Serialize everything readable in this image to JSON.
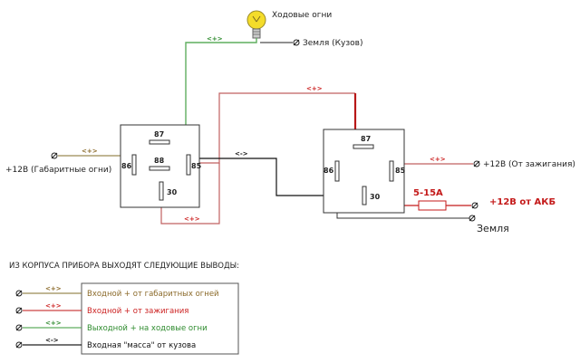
{
  "lamp": {
    "label": "Ходовые огни"
  },
  "terminals": {
    "ground_body": "Земля (Кузов)",
    "plus_gabarit": "+12В (Габаритные огни)",
    "plus_ignition": "+12В (От зажигания)",
    "plus_battery": "+12В от АКБ",
    "ground": "Земля"
  },
  "fuse": {
    "rating": "5-15А"
  },
  "relay_left": {
    "pin_87": "87",
    "pin_88": "88",
    "pin_86": "86",
    "pin_85": "85",
    "pin_30": "30"
  },
  "relay_right": {
    "pin_87": "87",
    "pin_86": "86",
    "pin_85": "85",
    "pin_30": "30"
  },
  "polarity": {
    "plus": "<+>",
    "minus": "<->"
  },
  "legend": {
    "title": "ИЗ КОРПУСА ПРИБОРА ВЫХОДЯТ СЛЕДУЮЩИЕ ВЫВОДЫ:",
    "items": [
      {
        "polarity": "<+>",
        "text": "Входной + от габаритных огней",
        "color": "#8b6a2a"
      },
      {
        "polarity": "<+>",
        "text": "Входной + от зажигания",
        "color": "#cc2222"
      },
      {
        "polarity": "<+>",
        "text": "Выходной + на ходовые огни",
        "color": "#2e8b2e"
      },
      {
        "polarity": "<->",
        "text": "Входная \"масса\" от кузова",
        "color": "#111111"
      }
    ]
  },
  "colors": {
    "wire_gabarit": "#9a8a55",
    "wire_ignition": "#cc2222",
    "wire_output": "#5fae5f",
    "wire_ground": "#222222",
    "wire_battery": "#c41a1a",
    "lamp": "#f4dc2a"
  }
}
